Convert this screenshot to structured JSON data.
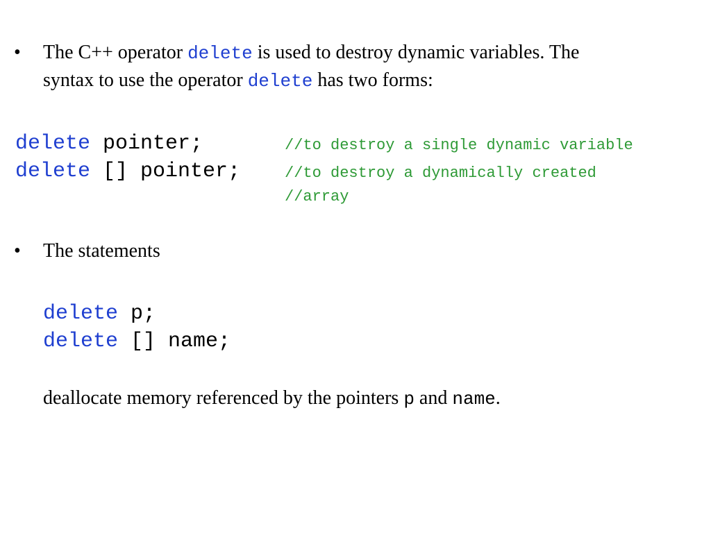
{
  "bullet1": {
    "line1_part1": "The C++ operator ",
    "line1_code": "delete",
    "line1_part2": " is used to destroy dynamic variables. The",
    "line2_part1": "syntax to use the operator ",
    "line2_code": "delete",
    "line2_part2": " has two forms:"
  },
  "syntax": {
    "form1_keyword": "delete",
    "form1_rest": " pointer;",
    "form1_comment": "//to destroy a single dynamic variable",
    "form2_keyword": "delete",
    "form2_rest": " [] pointer;",
    "form2_comment_line1": "//to destroy a dynamically created",
    "form2_comment_line2": "//array"
  },
  "bullet2": {
    "text": "The statements"
  },
  "example": {
    "line1_keyword": "delete",
    "line1_rest": " p;",
    "line2_keyword": "delete",
    "line2_rest": " [] name;"
  },
  "conclusion": {
    "part1": "deallocate memory referenced by the pointers ",
    "code1": "p",
    "part2": " and ",
    "code2": "name",
    "part3": "."
  },
  "colors": {
    "keyword": "#1f3fd0",
    "comment": "#2e9a36",
    "text": "#000000"
  }
}
